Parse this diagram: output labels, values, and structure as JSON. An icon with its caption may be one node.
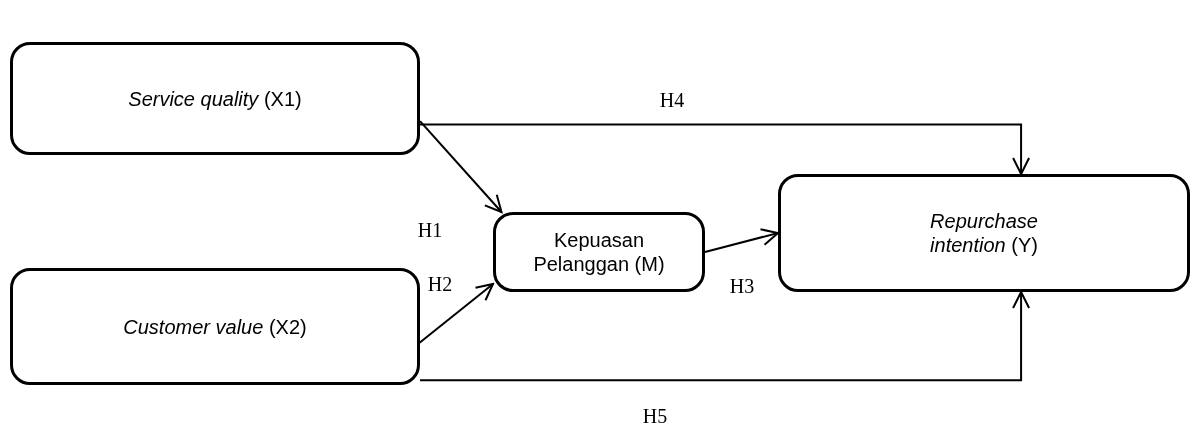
{
  "diagram": {
    "nodes": [
      {
        "text": [
          "*Service quality* (X1)"
        ]
      },
      {
        "text": [
          "*Customer value* (X2)"
        ]
      },
      {
        "text": [
          "Kepuasan Pelanggan (M)"
        ]
      },
      {
        "text": [
          "*Repurchase intention* (Y)"
        ]
      }
    ],
    "edges": [
      {
        "from": 0,
        "to": 2,
        "arrow": "to",
        "label": "H1"
      },
      {
        "from": 1,
        "to": 2,
        "arrow": "to",
        "label": "H2"
      },
      {
        "from": 2,
        "to": 3,
        "arrow": "to",
        "label": "H3"
      },
      {
        "from": 0,
        "to": 3,
        "arrow": "to",
        "label": "H4"
      },
      {
        "from": 1,
        "to": 3,
        "arrow": "to",
        "label": "H5"
      }
    ]
  }
}
